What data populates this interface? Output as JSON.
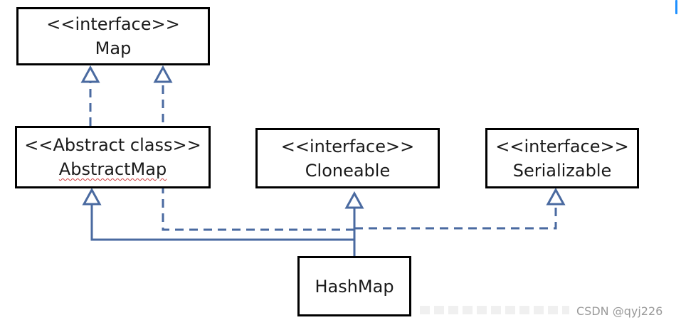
{
  "colors": {
    "connector": "#4a6aa0",
    "box_border": "#000000",
    "accent_tab": "#1e90ff"
  },
  "nodes": {
    "map": {
      "stereotype": "<<interface>>",
      "name": "Map"
    },
    "abstract_map": {
      "stereotype": "<<Abstract class>>",
      "name": "AbstractMap"
    },
    "cloneable": {
      "stereotype": "<<interface>>",
      "name": "Cloneable"
    },
    "serializable": {
      "stereotype": "<<interface>>",
      "name": "Serializable"
    },
    "hash_map": {
      "name": "HashMap"
    }
  },
  "relations": [
    {
      "from": "abstract_map",
      "to": "map",
      "kind": "realization"
    },
    {
      "from": "hash_map",
      "to": "map",
      "kind": "realization"
    },
    {
      "from": "hash_map",
      "to": "abstract_map",
      "kind": "generalization"
    },
    {
      "from": "hash_map",
      "to": "cloneable",
      "kind": "realization"
    },
    {
      "from": "hash_map",
      "to": "serializable",
      "kind": "realization"
    }
  ],
  "watermark": "CSDN @qyj226"
}
